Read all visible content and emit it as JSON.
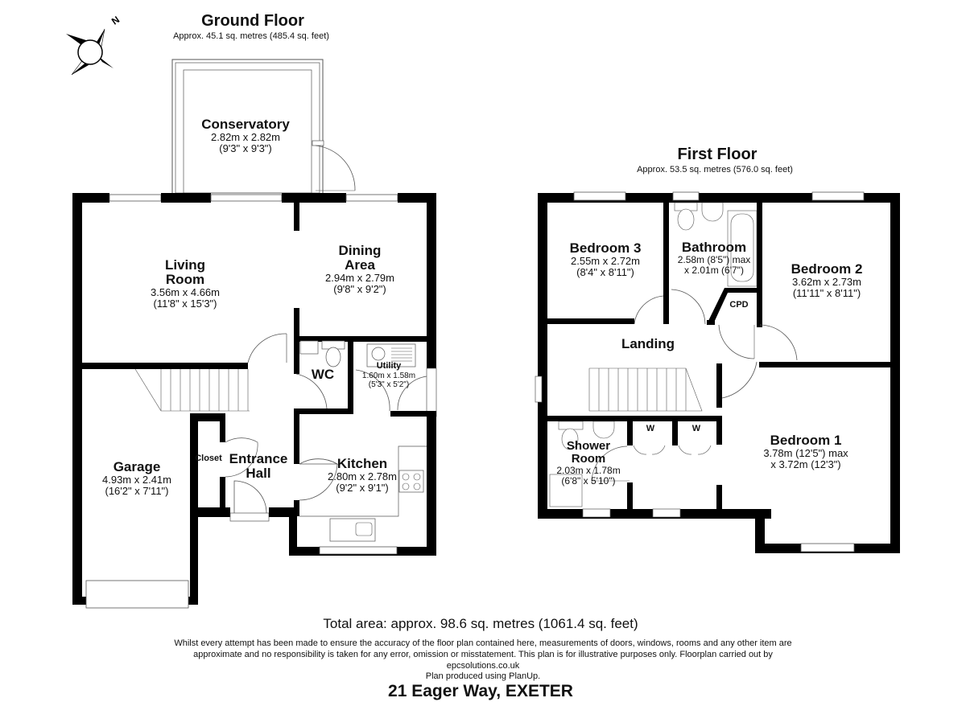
{
  "compass": {
    "label": "N",
    "icon": "compass-rose-icon"
  },
  "ground_floor": {
    "title": "Ground Floor",
    "area": "Approx. 45.1 sq. metres (485.4 sq. feet)",
    "rooms": {
      "conservatory": {
        "name": "Conservatory",
        "metric": "2.82m x 2.82m",
        "imperial": "(9'3\" x 9'3\")"
      },
      "living_room": {
        "name_line1": "Living",
        "name_line2": "Room",
        "metric": "3.56m x 4.66m",
        "imperial": "(11'8\" x 15'3\")"
      },
      "dining_area": {
        "name_line1": "Dining",
        "name_line2": "Area",
        "metric": "2.94m x 2.79m",
        "imperial": "(9'8\" x 9'2\")"
      },
      "wc": {
        "name": "WC"
      },
      "utility": {
        "name": "Utility",
        "metric": "1.60m x 1.58m",
        "imperial": "(5'3\" x 5'2\")"
      },
      "garage": {
        "name": "Garage",
        "metric": "4.93m x 2.41m",
        "imperial": "(16'2\" x 7'11\")"
      },
      "closet": {
        "name": "Closet"
      },
      "entrance_hall": {
        "name_line1": "Entrance",
        "name_line2": "Hall"
      },
      "kitchen": {
        "name": "Kitchen",
        "metric": "2.80m x 2.78m",
        "imperial": "(9'2\" x 9'1\")"
      }
    }
  },
  "first_floor": {
    "title": "First Floor",
    "area": "Approx. 53.5 sq. metres (576.0 sq. feet)",
    "rooms": {
      "bedroom3": {
        "name": "Bedroom 3",
        "metric": "2.55m x 2.72m",
        "imperial": "(8'4\" x 8'11\")"
      },
      "bathroom": {
        "name": "Bathroom",
        "line1": "2.58m (8'5\") max",
        "line2": "x 2.01m (6'7\")"
      },
      "bedroom2": {
        "name": "Bedroom 2",
        "metric": "3.62m x 2.73m",
        "imperial": "(11'11\" x 8'11\")"
      },
      "cpd": {
        "name": "CPD"
      },
      "landing": {
        "name": "Landing"
      },
      "wardrobe1": {
        "name": "W"
      },
      "wardrobe2": {
        "name": "W"
      },
      "shower_room": {
        "name_line1": "Shower",
        "name_line2": "Room",
        "metric": "2.03m x 1.78m",
        "imperial": "(6'8\" x 5'10\")"
      },
      "bedroom1": {
        "name": "Bedroom 1",
        "line1": "3.78m (12'5\") max",
        "line2": "x 3.72m (12'3\")"
      }
    }
  },
  "footer": {
    "total_area": "Total area: approx. 98.6 sq. metres (1061.4 sq. feet)",
    "disclaimer": "Whilst every attempt has been made to ensure the accuracy of the floor plan contained here, measurements of doors, windows, rooms and any other item are approximate and no responsibility is taken for any error, omission or misstatement. This plan is for illustrative purposes only. Floorplan carried out by",
    "company": "epcsolutions.co.uk",
    "produced_by": "Plan produced using PlanUp.",
    "address": "21 Eager Way, EXETER"
  },
  "colors": {
    "wall": "#000000",
    "line": "#555555",
    "background": "#ffffff"
  }
}
